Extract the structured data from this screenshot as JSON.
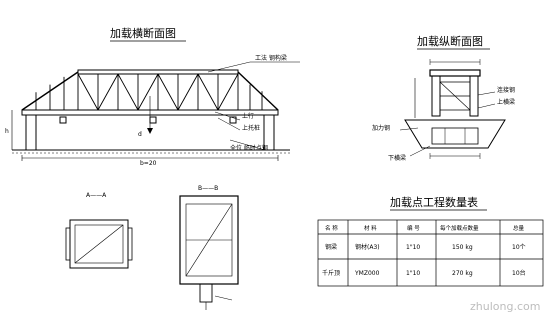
{
  "titles": {
    "cross_section": "加载横断面图",
    "long_section": "加载纵断面图",
    "quantity_table": "加载点工程数量表"
  },
  "cross_section_labels": {
    "top_right": "工法 钢构梁",
    "right_1": "上行",
    "right_2": "上托桩",
    "bottom_right": "全位 临时点钢",
    "center_dim": "d",
    "bottom_dim": "b=20",
    "left_dim": "h"
  },
  "long_section_labels": {
    "right_1": "连接钢",
    "right_2": "上横梁",
    "left_1": "加力钢",
    "left_2": "下横梁"
  },
  "detail_labels": {
    "section_a": "A——A",
    "section_b": "B——B"
  },
  "table": {
    "headers": [
      "名 称",
      "材 料",
      "编 号",
      "每个加载点数量",
      "总量"
    ],
    "rows": [
      [
        "钢梁",
        "钢材(A3)",
        "1\"10",
        "150 kg",
        "10个"
      ],
      [
        "千斤顶",
        "YMZ000",
        "1\"10",
        "270 kg",
        "10台"
      ]
    ]
  },
  "watermark": "zhulong.com"
}
